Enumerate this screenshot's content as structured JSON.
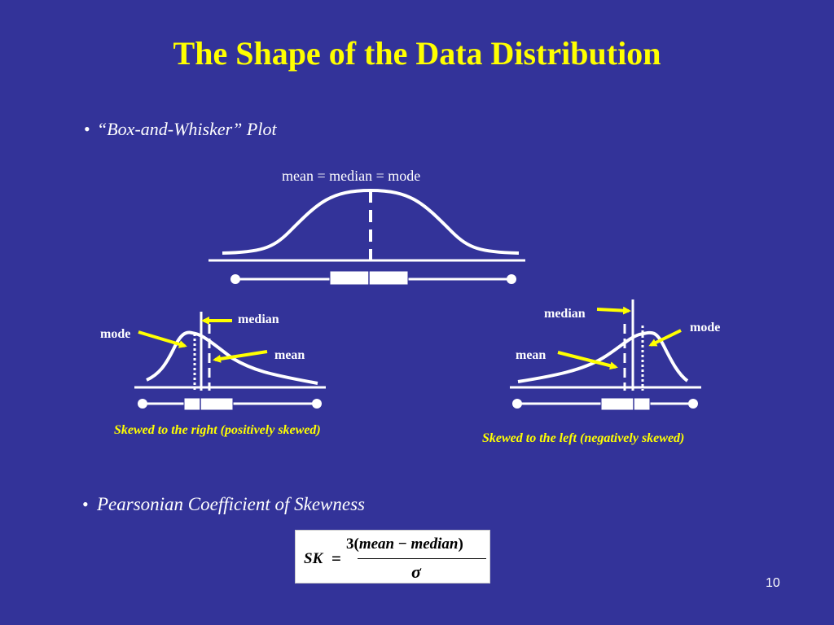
{
  "title": "The Shape of the Data Distribution",
  "bullets": [
    {
      "marker": "•",
      "text": "“Box-and-Whisker” Plot"
    },
    {
      "marker": "•",
      "text": "Pearsonian Coefficient of Skewness"
    }
  ],
  "symmetric": {
    "label": "mean = median = mode"
  },
  "right_skew": {
    "labels": {
      "mode": "mode",
      "median": "median",
      "mean": "mean"
    },
    "caption": "Skewed to the right (positively skewed)"
  },
  "left_skew": {
    "labels": {
      "median": "median",
      "mode": "mode",
      "mean": "mean"
    },
    "caption": "Skewed to the left (negatively skewed)"
  },
  "formula": {
    "lhs": "SK",
    "equals": "=",
    "numerator_prefix": "3(",
    "numerator_a": "mean",
    "minus": " − ",
    "numerator_b": "median",
    "numerator_suffix": ")",
    "denominator": "σ"
  },
  "page_number": "10",
  "colors": {
    "background": "#333399",
    "title": "#ffff00",
    "arrow": "#ffff00",
    "line": "#ffffff"
  }
}
